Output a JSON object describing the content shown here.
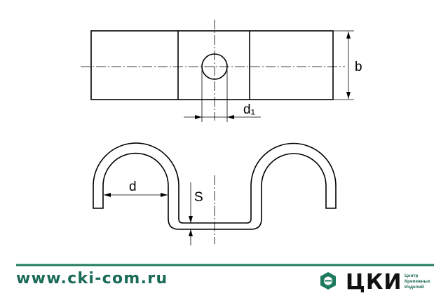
{
  "drawing": {
    "labels": {
      "b": "b",
      "d1": "d₁",
      "d": "d",
      "s": "S"
    }
  },
  "footer": {
    "url": "www.cki-com.ru",
    "brand": "ЦКИ",
    "tagline": [
      "Центр",
      "Крепежных",
      "Изделий"
    ],
    "accent_color": "#1e7a5e"
  }
}
